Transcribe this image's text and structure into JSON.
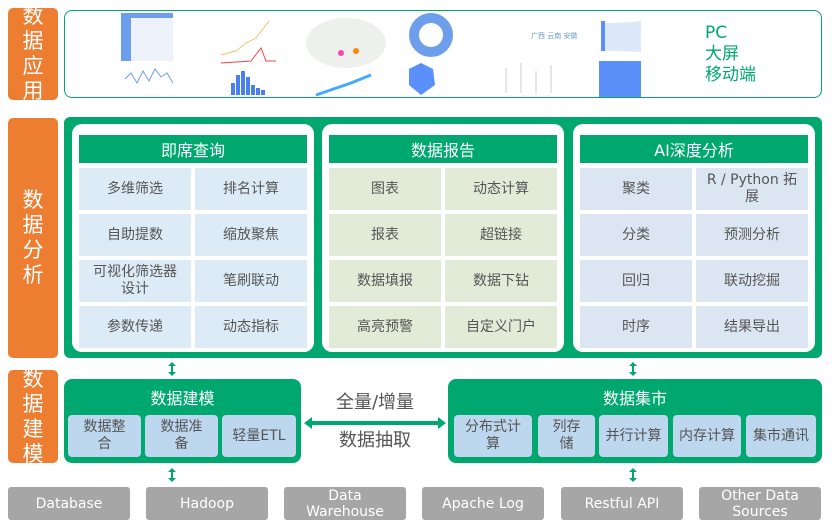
{
  "layers": {
    "application": "数据应用",
    "analysis": "数据分析",
    "modeling": "数据建模"
  },
  "application": {
    "platforms": [
      "PC",
      "大屏",
      "移动端"
    ]
  },
  "analysis": {
    "panels": [
      {
        "title": "即席查询",
        "items": [
          "多维筛选",
          "排名计算",
          "自助提数",
          "缩放聚焦",
          "可视化筛选器设计",
          "笔刷联动",
          "参数传递",
          "动态指标"
        ]
      },
      {
        "title": "数据报告",
        "items": [
          "图表",
          "动态计算",
          "报表",
          "超链接",
          "数据填报",
          "数据下钻",
          "高亮预警",
          "自定义门户"
        ]
      },
      {
        "title": "AI深度分析",
        "items": [
          "聚类",
          "R / Python 拓展",
          "分类",
          "预测分析",
          "回归",
          "联动挖掘",
          "时序",
          "结果导出"
        ]
      }
    ]
  },
  "modeling": {
    "title": "数据建模",
    "items": [
      "数据整合",
      "数据准备",
      "轻量ETL"
    ]
  },
  "extraction": {
    "top": "全量/增量",
    "bottom": "数据抽取"
  },
  "mart": {
    "title": "数据集市",
    "items": [
      "分布式计算",
      "列存储",
      "并行计算",
      "内存计算",
      "集市通讯"
    ]
  },
  "sources": [
    "Database",
    "Hadoop",
    "Data Warehouse",
    "Apache Log",
    "Restful API",
    "Other Data Sources"
  ],
  "colors": {
    "orange": "#ED7D31",
    "green": "#00A870",
    "gray": "#A6A6A6"
  }
}
